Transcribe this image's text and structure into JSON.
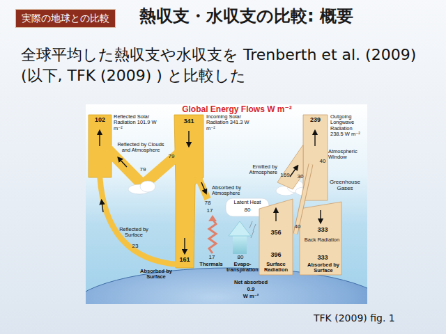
{
  "diagram": {
    "title": "熱収支・水収支の比較: 概要",
    "caption": "TFK (2009) fig. 1",
    "nodes": [
      {
        "text": [
          "実際の地球との比較"
        ]
      }
    ],
    "labels": [
      "全球平均した熱収支や水収支を Trenberth et al. (2009) (以下, TFK (2009) ) と比較した",
      "Global Energy Flows W m⁻²",
      "102",
      "Reflected Solar Radiation 101.9 W m⁻²",
      "341",
      "Incoming Solar Radiation 341.3 W m⁻²",
      "239",
      "Outgoing Longwave Radiation 238.5 W m⁻²",
      "Reflected by Clouds and Atmosphere",
      "79",
      "79",
      "Emitted by Atmosphere",
      "169",
      "30",
      "40",
      "Atmospheric Window",
      "Greenhouse Gases",
      "78",
      "Absorbed by Atmosphere",
      "17",
      "Latent Heat",
      "80",
      "356",
      "40",
      "333",
      "Back Radiation",
      "Reflected by Surface",
      "23",
      "161",
      "Absorbed by Surface",
      "17",
      "Thermals",
      "80",
      "Evapo- transpiration",
      "396",
      "Surface Radiation",
      "333",
      "Absorbed by Surface",
      "Net absorbed",
      "0.9",
      "W m⁻²"
    ]
  }
}
